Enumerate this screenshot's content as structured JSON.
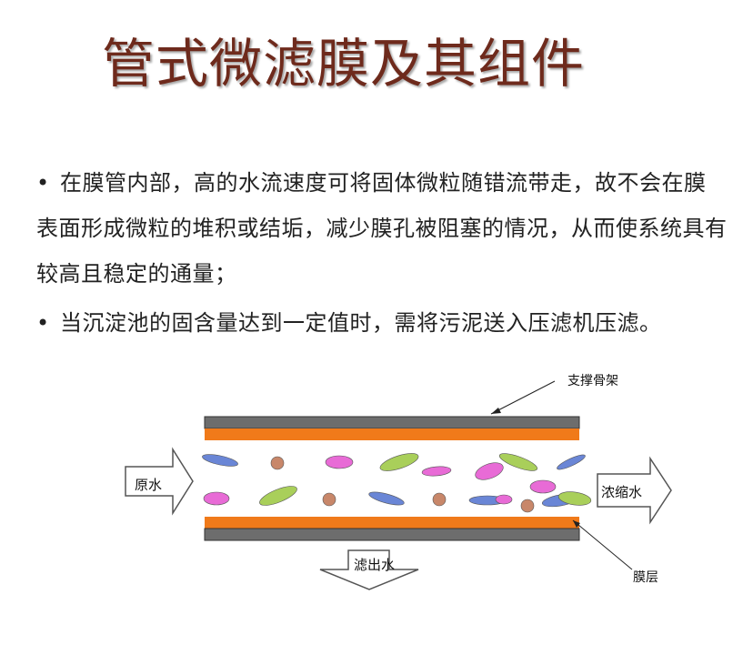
{
  "title": "管式微滤膜及其组件",
  "bullets": [
    {
      "dot": "•",
      "text": "在膜管内部，高的水流速度可将固体微粒随错流带走，故不会在膜表面形成微粒的堆积或结垢，减少膜孔被阻塞的情况，从而使系统具有较高且稳定的通量；"
    },
    {
      "dot": "•",
      "text": "当沉淀池的固含量达到一定值时，需将污泥送入压滤机压滤。"
    }
  ],
  "diagram": {
    "support_label": "支撑骨架",
    "membrane_label": "膜层",
    "inlet_label": "原水",
    "concentrate_label": "浓缩水",
    "filtrate_label": "滤出水",
    "colors": {
      "support": "#6d6d6d",
      "membrane": "#f07a1a",
      "particle_blue": "#6a86d6",
      "particle_pink": "#e86bd6",
      "particle_green": "#a9cf5a",
      "particle_brown": "#c8876a"
    }
  }
}
